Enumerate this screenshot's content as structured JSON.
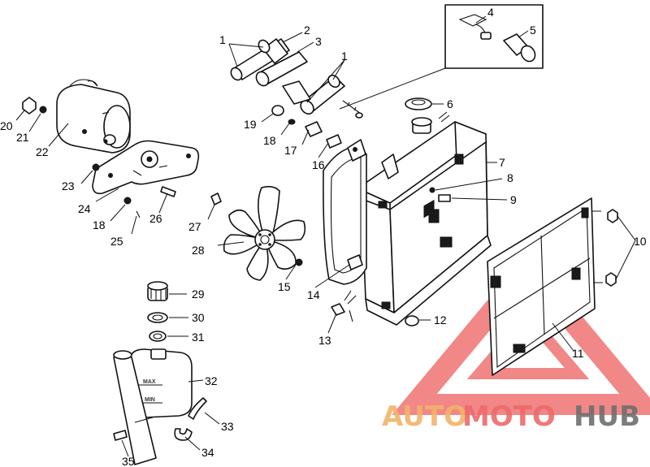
{
  "callouts": [
    {
      "n": "1"
    },
    {
      "n": "2"
    },
    {
      "n": "3"
    },
    {
      "n": "1"
    },
    {
      "n": "4"
    },
    {
      "n": "5"
    },
    {
      "n": "6"
    },
    {
      "n": "7"
    },
    {
      "n": "8"
    },
    {
      "n": "9"
    },
    {
      "n": "10"
    },
    {
      "n": "11"
    },
    {
      "n": "12"
    },
    {
      "n": "13"
    },
    {
      "n": "14"
    },
    {
      "n": "15"
    },
    {
      "n": "16"
    },
    {
      "n": "17"
    },
    {
      "n": "18"
    },
    {
      "n": "19"
    },
    {
      "n": "20"
    },
    {
      "n": "21"
    },
    {
      "n": "22"
    },
    {
      "n": "23"
    },
    {
      "n": "24"
    },
    {
      "n": "18"
    },
    {
      "n": "25"
    },
    {
      "n": "26"
    },
    {
      "n": "27"
    },
    {
      "n": "28"
    },
    {
      "n": "29"
    },
    {
      "n": "30"
    },
    {
      "n": "31"
    },
    {
      "n": "32"
    },
    {
      "n": "33"
    },
    {
      "n": "34"
    },
    {
      "n": "35"
    }
  ],
  "reservoir": {
    "max_label": "MAX",
    "min_label": "MIN"
  },
  "watermark": {
    "part1": "AUTO",
    "part2": "MOTO",
    "part3": "HUB"
  },
  "colors": {
    "watermark_red": "#ee6a6a",
    "watermark_orange": "#f2b36a",
    "watermark_gray": "#6e6e6e"
  }
}
